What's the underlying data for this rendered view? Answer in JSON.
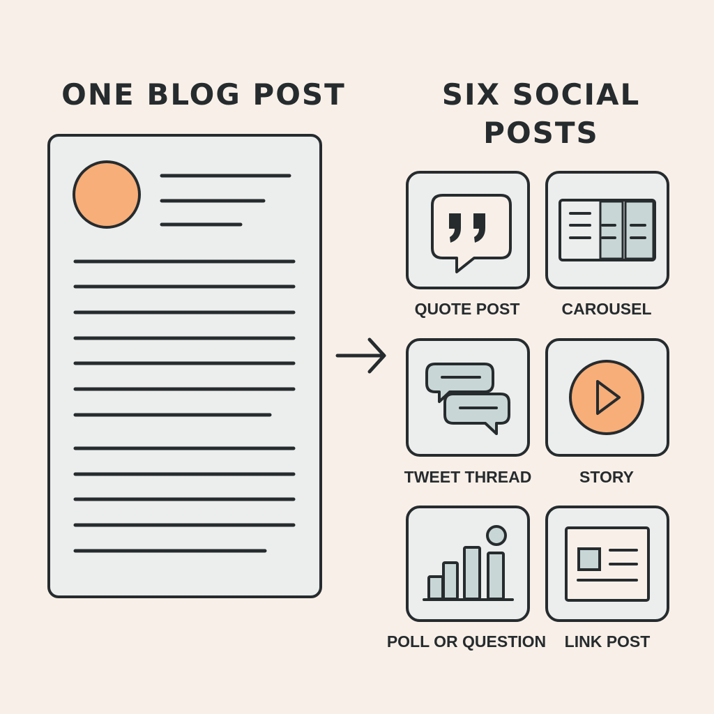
{
  "left": {
    "title": "ONE BLOG POST"
  },
  "right": {
    "title_line1": "SIX SOCIAL",
    "title_line2": "POSTS"
  },
  "tiles": [
    {
      "label": "QUOTE POST",
      "icon": "quote-bubble-icon"
    },
    {
      "label": "CAROUSEL",
      "icon": "carousel-icon"
    },
    {
      "label": "TWEET THREAD",
      "icon": "chat-bubbles-icon"
    },
    {
      "label": "STORY",
      "icon": "play-icon"
    },
    {
      "label": "POLL OR QUESTION",
      "icon": "bar-chart-icon"
    },
    {
      "label": "LINK POST",
      "icon": "link-card-icon"
    }
  ],
  "colors": {
    "background": "#f8f0e8",
    "panel": "#ebeeec",
    "stroke": "#262b2e",
    "accent": "#f7ae78",
    "muted": "#c8d6d6"
  }
}
